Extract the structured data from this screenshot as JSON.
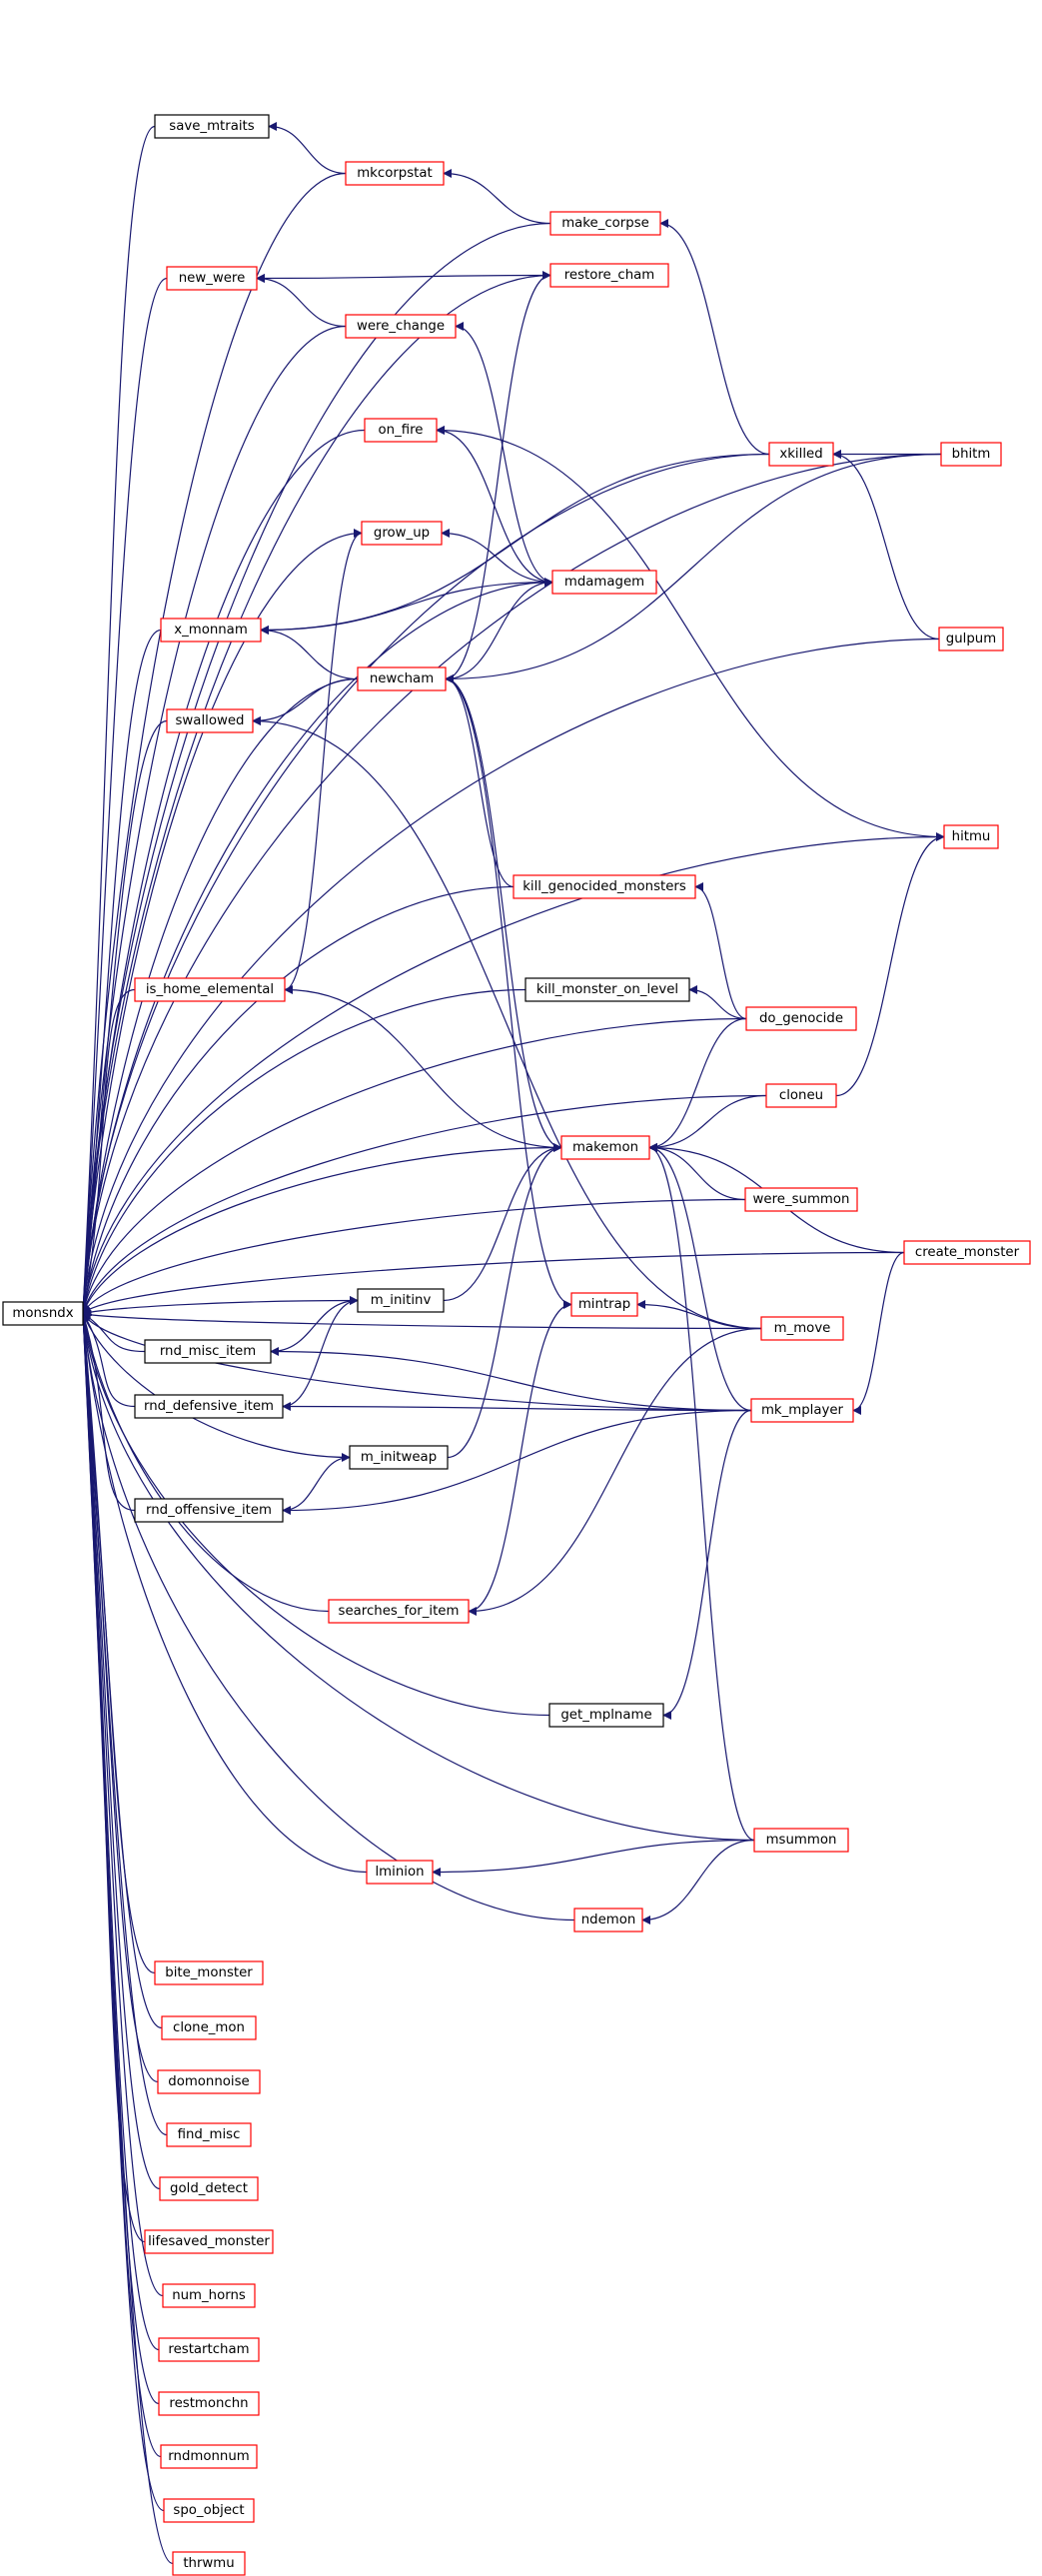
{
  "colors": {
    "edge": "#191970",
    "root_fill": "#bfbfbf",
    "root_border": "#000000",
    "linked_border": "#ff0000",
    "plain_border": "#000000"
  },
  "root": {
    "id": "monsndx",
    "label": "monsndx"
  },
  "nodes": [
    {
      "id": "monsndx",
      "label": "monsndx",
      "style": "root"
    },
    {
      "id": "save_mtraits",
      "label": "save_mtraits",
      "style": "plain"
    },
    {
      "id": "mkcorpstat",
      "label": "mkcorpstat",
      "style": "linked"
    },
    {
      "id": "make_corpse",
      "label": "make_corpse",
      "style": "linked"
    },
    {
      "id": "restore_cham",
      "label": "restore_cham",
      "style": "linked"
    },
    {
      "id": "new_were",
      "label": "new_were",
      "style": "linked"
    },
    {
      "id": "were_change",
      "label": "were_change",
      "style": "linked"
    },
    {
      "id": "on_fire",
      "label": "on_fire",
      "style": "linked"
    },
    {
      "id": "xkilled",
      "label": "xkilled",
      "style": "linked"
    },
    {
      "id": "bhitm",
      "label": "bhitm",
      "style": "linked"
    },
    {
      "id": "grow_up",
      "label": "grow_up",
      "style": "linked"
    },
    {
      "id": "mdamagem",
      "label": "mdamagem",
      "style": "linked"
    },
    {
      "id": "x_monnam",
      "label": "x_monnam",
      "style": "linked"
    },
    {
      "id": "newcham",
      "label": "newcham",
      "style": "linked"
    },
    {
      "id": "gulpum",
      "label": "gulpum",
      "style": "linked"
    },
    {
      "id": "swallowed",
      "label": "swallowed",
      "style": "linked"
    },
    {
      "id": "hitmu",
      "label": "hitmu",
      "style": "linked"
    },
    {
      "id": "kill_genocided_monsters",
      "label": "kill_genocided_monsters",
      "style": "linked"
    },
    {
      "id": "is_home_elemental",
      "label": "is_home_elemental",
      "style": "linked"
    },
    {
      "id": "kill_monster_on_level",
      "label": "kill_monster_on_level",
      "style": "plain"
    },
    {
      "id": "do_genocide",
      "label": "do_genocide",
      "style": "linked"
    },
    {
      "id": "cloneu",
      "label": "cloneu",
      "style": "linked"
    },
    {
      "id": "makemon",
      "label": "makemon",
      "style": "linked"
    },
    {
      "id": "were_summon",
      "label": "were_summon",
      "style": "linked"
    },
    {
      "id": "create_monster",
      "label": "create_monster",
      "style": "linked"
    },
    {
      "id": "m_initinv",
      "label": "m_initinv",
      "style": "plain"
    },
    {
      "id": "mintrap",
      "label": "mintrap",
      "style": "linked"
    },
    {
      "id": "rnd_misc_item",
      "label": "rnd_misc_item",
      "style": "plain"
    },
    {
      "id": "m_move",
      "label": "m_move",
      "style": "linked"
    },
    {
      "id": "rnd_defensive_item",
      "label": "rnd_defensive_item",
      "style": "plain"
    },
    {
      "id": "mk_mplayer",
      "label": "mk_mplayer",
      "style": "linked"
    },
    {
      "id": "m_initweap",
      "label": "m_initweap",
      "style": "plain"
    },
    {
      "id": "rnd_offensive_item",
      "label": "rnd_offensive_item",
      "style": "plain"
    },
    {
      "id": "searches_for_item",
      "label": "searches_for_item",
      "style": "linked"
    },
    {
      "id": "get_mplname",
      "label": "get_mplname",
      "style": "plain"
    },
    {
      "id": "msummon",
      "label": "msummon",
      "style": "linked"
    },
    {
      "id": "lminion",
      "label": "lminion",
      "style": "linked"
    },
    {
      "id": "ndemon",
      "label": "ndemon",
      "style": "linked"
    },
    {
      "id": "bite_monster",
      "label": "bite_monster",
      "style": "linked"
    },
    {
      "id": "clone_mon",
      "label": "clone_mon",
      "style": "linked"
    },
    {
      "id": "domonnoise",
      "label": "domonnoise",
      "style": "linked"
    },
    {
      "id": "find_misc",
      "label": "find_misc",
      "style": "linked"
    },
    {
      "id": "gold_detect",
      "label": "gold_detect",
      "style": "linked"
    },
    {
      "id": "lifesaved_monster",
      "label": "lifesaved_monster",
      "style": "linked"
    },
    {
      "id": "num_horns",
      "label": "num_horns",
      "style": "linked"
    },
    {
      "id": "restartcham",
      "label": "restartcham",
      "style": "linked"
    },
    {
      "id": "restmonchn",
      "label": "restmonchn",
      "style": "linked"
    },
    {
      "id": "rndmonnum",
      "label": "rndmonnum",
      "style": "linked"
    },
    {
      "id": "spo_object",
      "label": "spo_object",
      "style": "linked"
    },
    {
      "id": "thrwmu",
      "label": "thrwmu",
      "style": "linked"
    }
  ],
  "edges": [
    [
      "save_mtraits",
      "monsndx"
    ],
    [
      "mkcorpstat",
      "monsndx"
    ],
    [
      "mkcorpstat",
      "save_mtraits"
    ],
    [
      "make_corpse",
      "monsndx"
    ],
    [
      "make_corpse",
      "mkcorpstat"
    ],
    [
      "restore_cham",
      "monsndx"
    ],
    [
      "restore_cham",
      "new_were"
    ],
    [
      "new_were",
      "monsndx"
    ],
    [
      "were_change",
      "monsndx"
    ],
    [
      "were_change",
      "new_were"
    ],
    [
      "on_fire",
      "monsndx"
    ],
    [
      "xkilled",
      "monsndx"
    ],
    [
      "xkilled",
      "make_corpse"
    ],
    [
      "bhitm",
      "monsndx"
    ],
    [
      "bhitm",
      "xkilled"
    ],
    [
      "grow_up",
      "monsndx"
    ],
    [
      "mdamagem",
      "monsndx"
    ],
    [
      "mdamagem",
      "were_change"
    ],
    [
      "mdamagem",
      "on_fire"
    ],
    [
      "mdamagem",
      "grow_up"
    ],
    [
      "mdamagem",
      "x_monnam"
    ],
    [
      "x_monnam",
      "monsndx"
    ],
    [
      "newcham",
      "monsndx"
    ],
    [
      "newcham",
      "x_monnam"
    ],
    [
      "newcham",
      "restore_cham"
    ],
    [
      "newcham",
      "mdamagem"
    ],
    [
      "newcham",
      "swallowed"
    ],
    [
      "xkilled",
      "x_monnam"
    ],
    [
      "bhitm",
      "newcham"
    ],
    [
      "gulpum",
      "monsndx"
    ],
    [
      "gulpum",
      "xkilled"
    ],
    [
      "swallowed",
      "monsndx"
    ],
    [
      "hitmu",
      "monsndx"
    ],
    [
      "hitmu",
      "on_fire"
    ],
    [
      "kill_genocided_monsters",
      "monsndx"
    ],
    [
      "kill_genocided_monsters",
      "newcham"
    ],
    [
      "is_home_elemental",
      "monsndx"
    ],
    [
      "is_home_elemental",
      "grow_up"
    ],
    [
      "kill_monster_on_level",
      "monsndx"
    ],
    [
      "do_genocide",
      "monsndx"
    ],
    [
      "do_genocide",
      "kill_genocided_monsters"
    ],
    [
      "do_genocide",
      "kill_monster_on_level"
    ],
    [
      "cloneu",
      "monsndx"
    ],
    [
      "cloneu",
      "hitmu"
    ],
    [
      "makemon",
      "monsndx"
    ],
    [
      "makemon",
      "newcham"
    ],
    [
      "makemon",
      "is_home_elemental"
    ],
    [
      "do_genocide",
      "makemon"
    ],
    [
      "cloneu",
      "makemon"
    ],
    [
      "were_summon",
      "monsndx"
    ],
    [
      "were_summon",
      "makemon"
    ],
    [
      "create_monster",
      "monsndx"
    ],
    [
      "create_monster",
      "makemon"
    ],
    [
      "m_initinv",
      "monsndx"
    ],
    [
      "m_initinv",
      "makemon"
    ],
    [
      "mintrap",
      "newcham"
    ],
    [
      "rnd_misc_item",
      "monsndx"
    ],
    [
      "rnd_misc_item",
      "m_initinv"
    ],
    [
      "m_move",
      "swallowed"
    ],
    [
      "m_move",
      "mintrap"
    ],
    [
      "m_move",
      "searches_for_item"
    ],
    [
      "rnd_defensive_item",
      "monsndx"
    ],
    [
      "rnd_defensive_item",
      "m_initinv"
    ],
    [
      "mk_mplayer",
      "monsndx"
    ],
    [
      "mk_mplayer",
      "makemon"
    ],
    [
      "mk_mplayer",
      "rnd_misc_item"
    ],
    [
      "mk_mplayer",
      "rnd_defensive_item"
    ],
    [
      "mk_mplayer",
      "rnd_offensive_item"
    ],
    [
      "mk_mplayer",
      "get_mplname"
    ],
    [
      "create_monster",
      "mk_mplayer"
    ],
    [
      "m_initweap",
      "monsndx"
    ],
    [
      "m_initweap",
      "makemon"
    ],
    [
      "rnd_offensive_item",
      "monsndx"
    ],
    [
      "rnd_offensive_item",
      "m_initweap"
    ],
    [
      "searches_for_item",
      "monsndx"
    ],
    [
      "searches_for_item",
      "mintrap"
    ],
    [
      "m_move",
      "monsndx"
    ],
    [
      "get_mplname",
      "monsndx"
    ],
    [
      "msummon",
      "monsndx"
    ],
    [
      "msummon",
      "makemon"
    ],
    [
      "msummon",
      "lminion"
    ],
    [
      "msummon",
      "ndemon"
    ],
    [
      "lminion",
      "monsndx"
    ],
    [
      "ndemon",
      "monsndx"
    ],
    [
      "bite_monster",
      "monsndx"
    ],
    [
      "clone_mon",
      "monsndx"
    ],
    [
      "domonnoise",
      "monsndx"
    ],
    [
      "find_misc",
      "monsndx"
    ],
    [
      "gold_detect",
      "monsndx"
    ],
    [
      "lifesaved_monster",
      "monsndx"
    ],
    [
      "num_horns",
      "monsndx"
    ],
    [
      "restartcham",
      "monsndx"
    ],
    [
      "restmonchn",
      "monsndx"
    ],
    [
      "rndmonnum",
      "monsndx"
    ],
    [
      "spo_object",
      "monsndx"
    ],
    [
      "thrwmu",
      "monsndx"
    ]
  ]
}
